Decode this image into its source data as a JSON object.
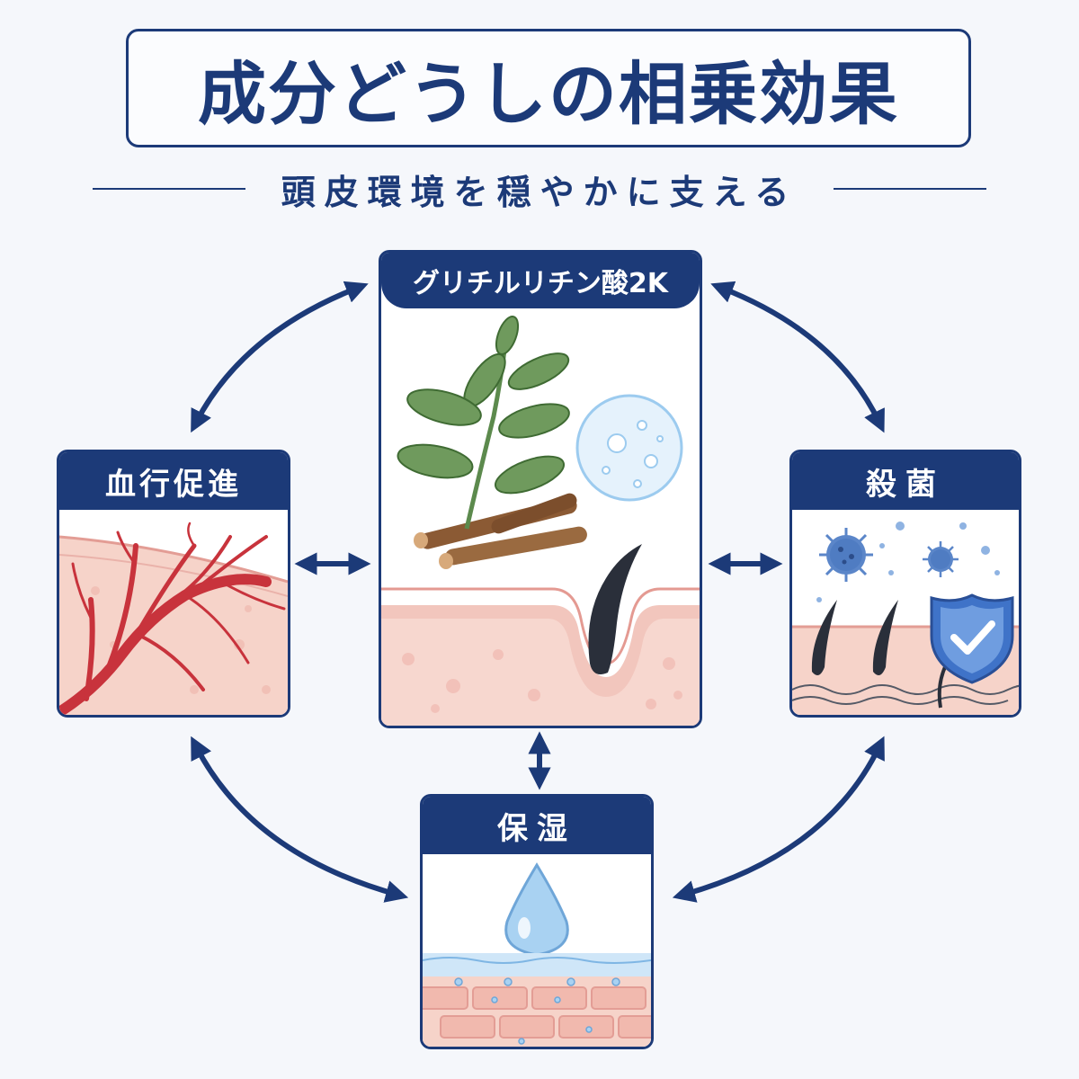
{
  "title": "成分どうしの相乗効果",
  "subtitle": "頭皮環境を穏やかに支える",
  "panels": {
    "center": {
      "label": "グリチルリチン酸2K"
    },
    "left": {
      "label": "血行促進"
    },
    "right": {
      "label": "殺菌"
    },
    "bottom": {
      "label": "保湿"
    }
  },
  "colors": {
    "navy": "#1c3a78",
    "skin": "#f6d3c9",
    "vessel": "#c8333c",
    "water": "#9ccbef"
  }
}
